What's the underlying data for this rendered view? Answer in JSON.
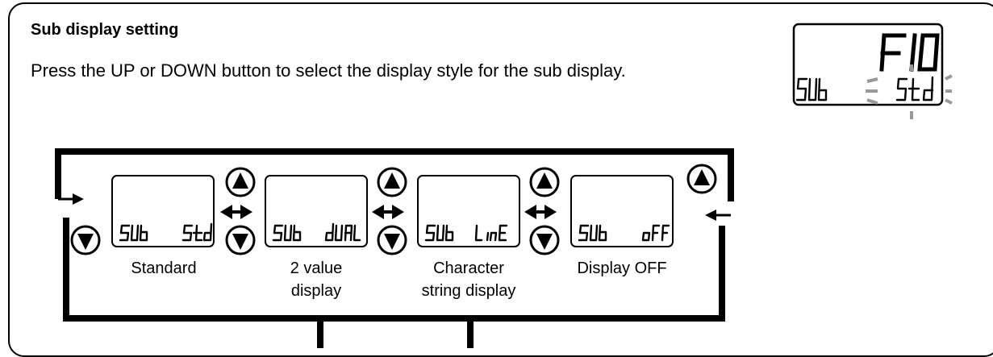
{
  "header": {
    "title": "Sub display setting",
    "instruction": "Press the UP or DOWN button to select the display style for the sub display."
  },
  "preview": {
    "main_text": "F 10",
    "sub_left": "SUb",
    "sub_right": "Std"
  },
  "options": [
    {
      "left": "SUb",
      "right": "Std",
      "caption_lines": [
        "Standard"
      ]
    },
    {
      "left": "SUb",
      "right": "dUAL",
      "caption_lines": [
        "2 value",
        "display"
      ]
    },
    {
      "left": "SUb",
      "right": "L inE",
      "caption_lines": [
        "Character",
        "string display"
      ]
    },
    {
      "left": "SUb",
      "right": "oFF",
      "caption_lines": [
        "Display OFF"
      ]
    }
  ],
  "buttons": {
    "up": "UP",
    "down": "DOWN"
  }
}
